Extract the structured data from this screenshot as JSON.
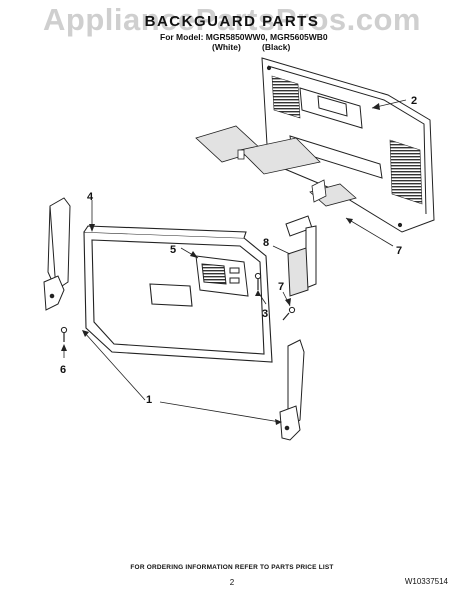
{
  "watermark": "AppliancePartsPros.com",
  "header": {
    "title": "BACKGUARD PARTS",
    "models": "For Model: MGR5850WW0, MGR5605WB0",
    "color_white": "(White)",
    "color_black": "(Black)"
  },
  "callouts": [
    "1",
    "2",
    "3",
    "4",
    "5",
    "6",
    "7",
    "7",
    "8"
  ],
  "colors": {
    "line": "#222222",
    "shade": "#e2e2e2",
    "watermark": "#cfcfcf"
  },
  "footer": {
    "note": "FOR ORDERING INFORMATION REFER TO PARTS PRICE LIST",
    "page": "2",
    "doc_number": "W10337514"
  }
}
